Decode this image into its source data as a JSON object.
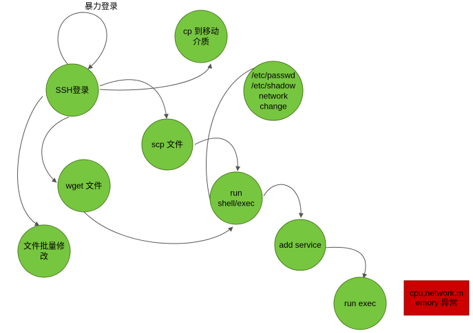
{
  "colors": {
    "node_fill": "#77c640",
    "node_stroke": "#4a7a1e",
    "alert_fill": "#cc0000",
    "alert_stroke": "#8a0000",
    "edge": "#555555"
  },
  "self_loop_label": "暴力登录",
  "nodes": {
    "ssh": [
      "SSH登录"
    ],
    "cp": [
      "cp 到移动",
      "介质"
    ],
    "etc": [
      "/etc/passwd",
      "/etc/shadow",
      "network",
      "change"
    ],
    "scp": [
      "scp  文件"
    ],
    "wget": [
      "wget  文件"
    ],
    "run_shell": [
      "run",
      "shell/exec"
    ],
    "batch": [
      "文件批量修",
      "改"
    ],
    "add_service": [
      "add service"
    ],
    "run_exec": [
      "run exec"
    ]
  },
  "alert": [
    "cpu,network,m",
    "emory 异常"
  ]
}
